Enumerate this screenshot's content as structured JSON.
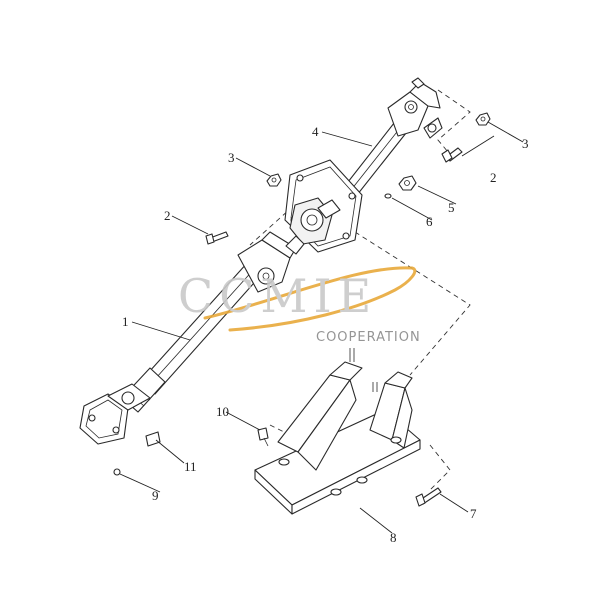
{
  "diagram": {
    "callouts": [
      {
        "id": "1",
        "label": "1"
      },
      {
        "id": "2a",
        "label": "2"
      },
      {
        "id": "2b",
        "label": "2"
      },
      {
        "id": "3a",
        "label": "3"
      },
      {
        "id": "3b",
        "label": "3"
      },
      {
        "id": "4",
        "label": "4"
      },
      {
        "id": "5",
        "label": "5"
      },
      {
        "id": "6",
        "label": "6"
      },
      {
        "id": "7",
        "label": "7"
      },
      {
        "id": "8",
        "label": "8"
      },
      {
        "id": "9",
        "label": "9"
      },
      {
        "id": "10",
        "label": "10"
      },
      {
        "id": "11",
        "label": "11"
      }
    ]
  },
  "watermark": {
    "brand": "CCMIE",
    "subtitle": "COOPERATION",
    "accent_color": "#e8a93a"
  }
}
